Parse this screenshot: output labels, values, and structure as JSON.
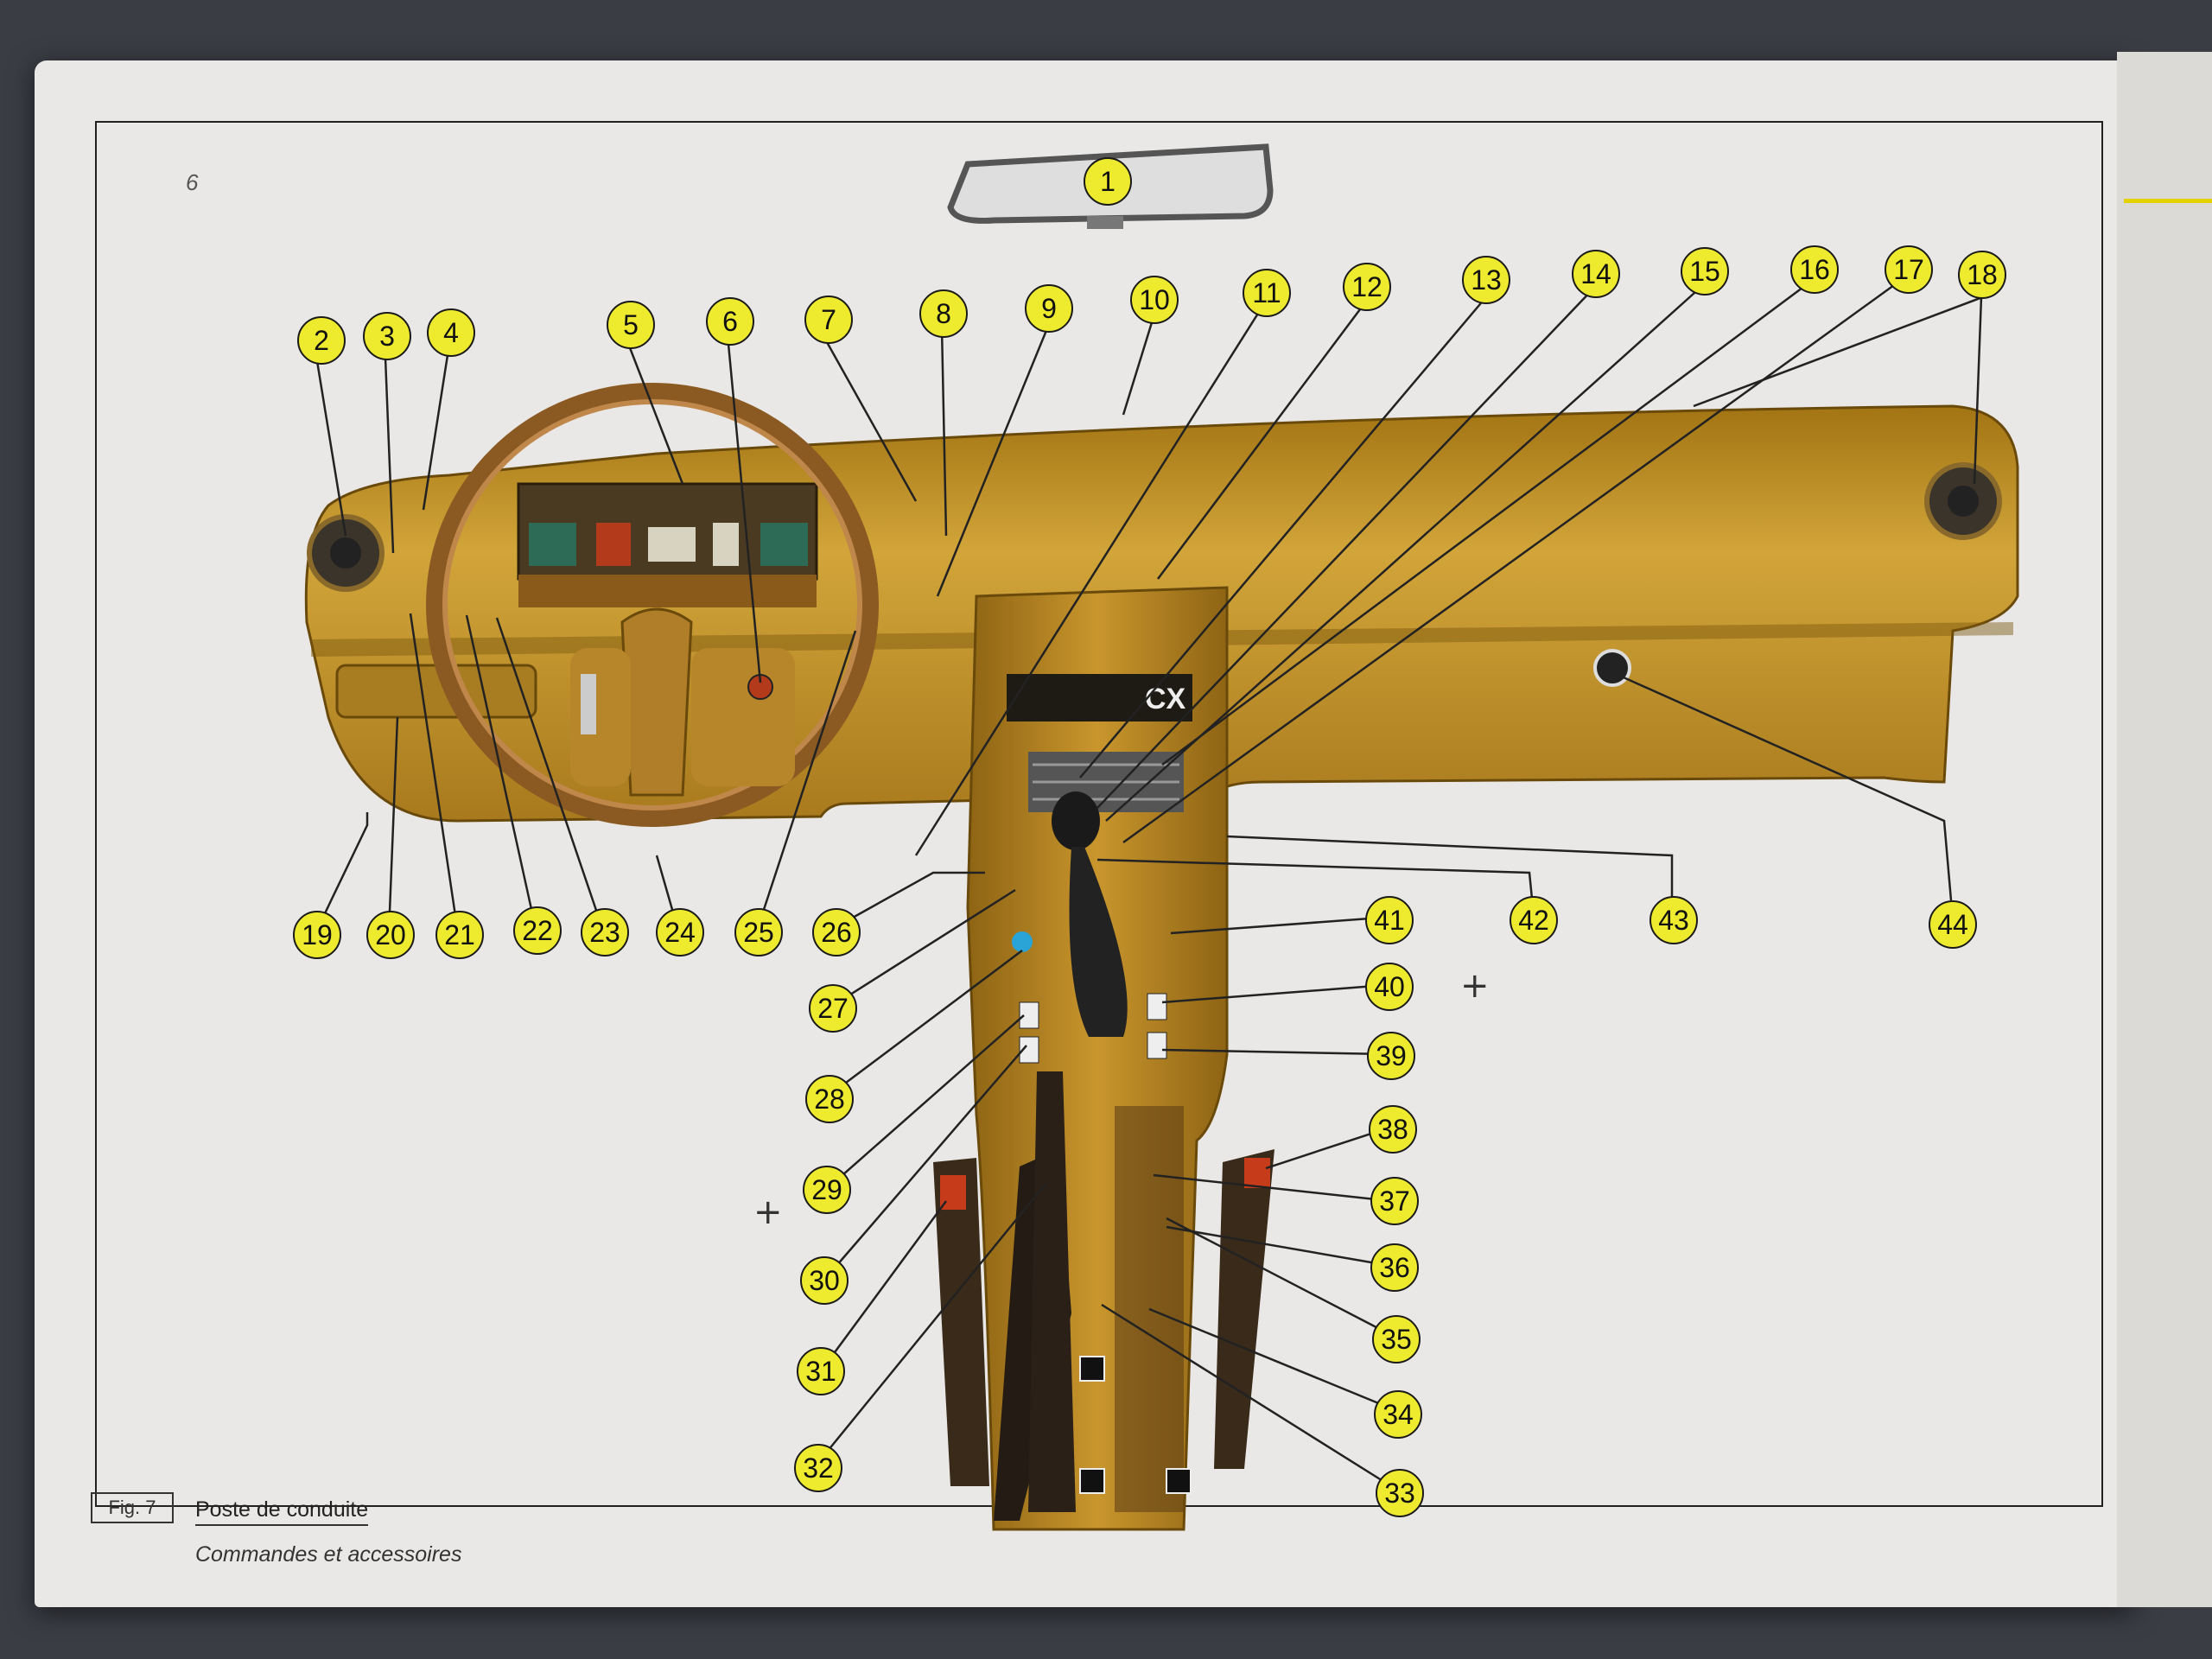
{
  "page": {
    "number": "6",
    "figure_label": "Fig. 7",
    "caption_title": "Poste de conduite",
    "caption_subtitle": "Commandes et accessoires",
    "badge_text": "CX",
    "pen_mark": "+"
  },
  "callouts": [
    "1",
    "2",
    "3",
    "4",
    "5",
    "6",
    "7",
    "8",
    "9",
    "10",
    "11",
    "12",
    "13",
    "14",
    "15",
    "16",
    "17",
    "18",
    "19",
    "20",
    "21",
    "22",
    "23",
    "24",
    "25",
    "26",
    "27",
    "28",
    "29",
    "30",
    "31",
    "32",
    "33",
    "34",
    "35",
    "36",
    "37",
    "38",
    "39",
    "40",
    "41",
    "42",
    "43",
    "44"
  ],
  "colors": {
    "callout_fill": "#eeeb2f",
    "dashboard": "#c39328",
    "page": "#e9e8e6"
  }
}
